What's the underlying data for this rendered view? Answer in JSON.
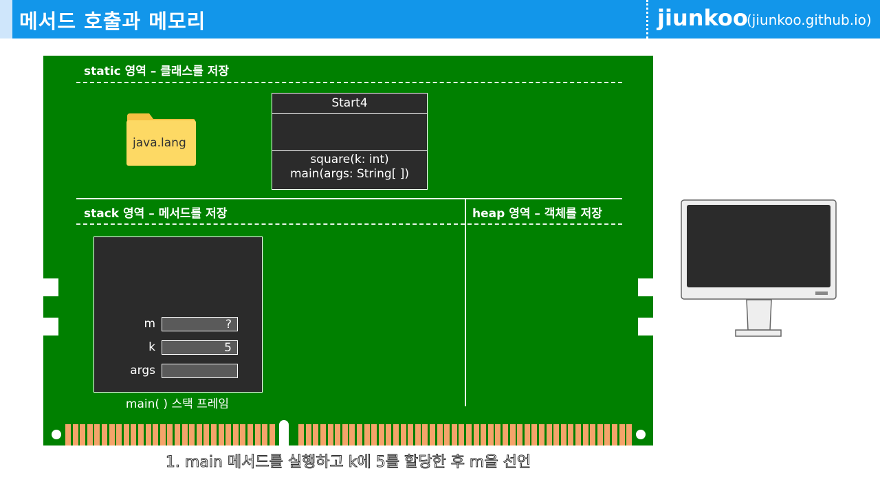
{
  "header": {
    "title": "메서드 호출과 메모리",
    "brand": "jiunkoo",
    "brand_url": "(jiunkoo.github.io)"
  },
  "static_area": {
    "label": "static 영역 – 클래스를 저장",
    "folder_label": "java.lang",
    "class": {
      "name": "Start4",
      "methods": [
        "square(k: int)",
        "main(args: String[ ])"
      ]
    }
  },
  "stack_area": {
    "label": "stack 영역 – 메서드를 저장",
    "frame": {
      "caption": "main( ) 스택 프레임",
      "variables": [
        {
          "name": "m",
          "value": "?"
        },
        {
          "name": "k",
          "value": "5"
        },
        {
          "name": "args",
          "value": ""
        }
      ]
    }
  },
  "heap_area": {
    "label": "heap 영역 – 객체를 저장"
  },
  "caption": "1. main 메서드를 실행하고 k에 5를 할당한 후 m을 선언",
  "colors": {
    "header": "#1296ea",
    "board": "#008000",
    "pins": "#f4a46a",
    "box": "#2b2b2b"
  }
}
